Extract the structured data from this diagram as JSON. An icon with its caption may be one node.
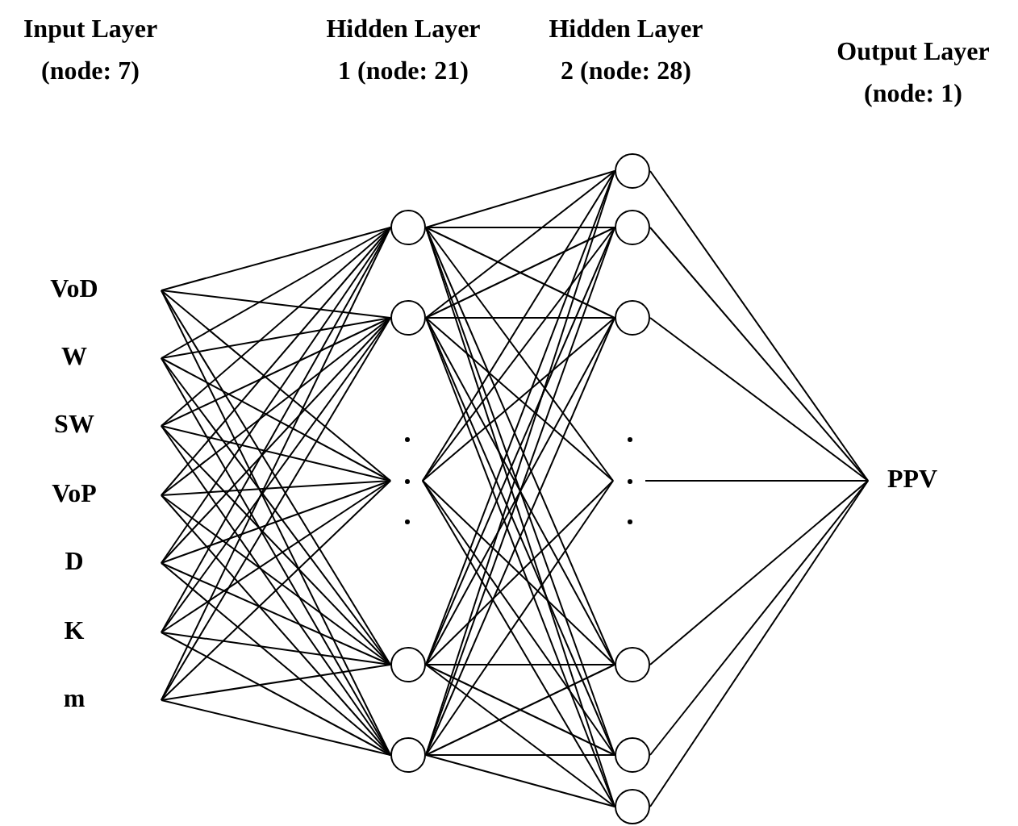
{
  "diagram": {
    "nodes": [
      {
        "text": [
          "VoD"
        ]
      },
      {
        "text": [
          "W"
        ]
      },
      {
        "text": [
          "SW"
        ]
      },
      {
        "text": [
          "VoP"
        ]
      },
      {
        "text": [
          "D"
        ]
      },
      {
        "text": [
          "K"
        ]
      },
      {
        "text": [
          "m"
        ]
      },
      {
        "text": [],
        "shape": "circle"
      },
      {
        "text": [],
        "shape": "circle"
      },
      {
        "text": [],
        "shape": "dots"
      },
      {
        "text": [],
        "shape": "circle"
      },
      {
        "text": [],
        "shape": "circle"
      },
      {
        "text": [],
        "shape": "circle"
      },
      {
        "text": [],
        "shape": "circle"
      },
      {
        "text": [],
        "shape": "circle"
      },
      {
        "text": [],
        "shape": "dots"
      },
      {
        "text": [],
        "shape": "circle"
      },
      {
        "text": [],
        "shape": "circle"
      },
      {
        "text": [],
        "shape": "circle"
      },
      {
        "text": [
          "PPV"
        ]
      }
    ],
    "edges": [
      {
        "from": 0,
        "to": 7,
        "arrow": "none"
      },
      {
        "from": 0,
        "to": 8,
        "arrow": "none"
      },
      {
        "from": 0,
        "to": 9,
        "arrow": "none"
      },
      {
        "from": 0,
        "to": 10,
        "arrow": "none"
      },
      {
        "from": 0,
        "to": 11,
        "arrow": "none"
      },
      {
        "from": 1,
        "to": 7,
        "arrow": "none"
      },
      {
        "from": 1,
        "to": 8,
        "arrow": "none"
      },
      {
        "from": 1,
        "to": 9,
        "arrow": "none"
      },
      {
        "from": 1,
        "to": 10,
        "arrow": "none"
      },
      {
        "from": 1,
        "to": 11,
        "arrow": "none"
      },
      {
        "from": 2,
        "to": 7,
        "arrow": "none"
      },
      {
        "from": 2,
        "to": 8,
        "arrow": "none"
      },
      {
        "from": 2,
        "to": 9,
        "arrow": "none"
      },
      {
        "from": 2,
        "to": 10,
        "arrow": "none"
      },
      {
        "from": 2,
        "to": 11,
        "arrow": "none"
      },
      {
        "from": 3,
        "to": 7,
        "arrow": "none"
      },
      {
        "from": 3,
        "to": 8,
        "arrow": "none"
      },
      {
        "from": 3,
        "to": 9,
        "arrow": "none"
      },
      {
        "from": 3,
        "to": 10,
        "arrow": "none"
      },
      {
        "from": 3,
        "to": 11,
        "arrow": "none"
      },
      {
        "from": 4,
        "to": 7,
        "arrow": "none"
      },
      {
        "from": 4,
        "to": 8,
        "arrow": "none"
      },
      {
        "from": 4,
        "to": 9,
        "arrow": "none"
      },
      {
        "from": 4,
        "to": 10,
        "arrow": "none"
      },
      {
        "from": 4,
        "to": 11,
        "arrow": "none"
      },
      {
        "from": 5,
        "to": 7,
        "arrow": "none"
      },
      {
        "from": 5,
        "to": 8,
        "arrow": "none"
      },
      {
        "from": 5,
        "to": 9,
        "arrow": "none"
      },
      {
        "from": 5,
        "to": 10,
        "arrow": "none"
      },
      {
        "from": 5,
        "to": 11,
        "arrow": "none"
      },
      {
        "from": 6,
        "to": 7,
        "arrow": "none"
      },
      {
        "from": 6,
        "to": 8,
        "arrow": "none"
      },
      {
        "from": 6,
        "to": 9,
        "arrow": "none"
      },
      {
        "from": 6,
        "to": 10,
        "arrow": "none"
      },
      {
        "from": 6,
        "to": 11,
        "arrow": "none"
      },
      {
        "from": 7,
        "to": 12,
        "arrow": "none"
      },
      {
        "from": 7,
        "to": 13,
        "arrow": "none"
      },
      {
        "from": 7,
        "to": 14,
        "arrow": "none"
      },
      {
        "from": 7,
        "to": 15,
        "arrow": "none"
      },
      {
        "from": 7,
        "to": 16,
        "arrow": "none"
      },
      {
        "from": 7,
        "to": 17,
        "arrow": "none"
      },
      {
        "from": 7,
        "to": 18,
        "arrow": "none"
      },
      {
        "from": 8,
        "to": 12,
        "arrow": "none"
      },
      {
        "from": 8,
        "to": 13,
        "arrow": "none"
      },
      {
        "from": 8,
        "to": 14,
        "arrow": "none"
      },
      {
        "from": 8,
        "to": 15,
        "arrow": "none"
      },
      {
        "from": 8,
        "to": 16,
        "arrow": "none"
      },
      {
        "from": 8,
        "to": 17,
        "arrow": "none"
      },
      {
        "from": 8,
        "to": 18,
        "arrow": "none"
      },
      {
        "from": 9,
        "to": 12,
        "arrow": "none"
      },
      {
        "from": 9,
        "to": 13,
        "arrow": "none"
      },
      {
        "from": 9,
        "to": 14,
        "arrow": "none"
      },
      {
        "from": 9,
        "to": 16,
        "arrow": "none"
      },
      {
        "from": 9,
        "to": 17,
        "arrow": "none"
      },
      {
        "from": 9,
        "to": 18,
        "arrow": "none"
      },
      {
        "from": 10,
        "to": 12,
        "arrow": "none"
      },
      {
        "from": 10,
        "to": 13,
        "arrow": "none"
      },
      {
        "from": 10,
        "to": 14,
        "arrow": "none"
      },
      {
        "from": 10,
        "to": 15,
        "arrow": "none"
      },
      {
        "from": 10,
        "to": 16,
        "arrow": "none"
      },
      {
        "from": 10,
        "to": 17,
        "arrow": "none"
      },
      {
        "from": 10,
        "to": 18,
        "arrow": "none"
      },
      {
        "from": 11,
        "to": 12,
        "arrow": "none"
      },
      {
        "from": 11,
        "to": 13,
        "arrow": "none"
      },
      {
        "from": 11,
        "to": 14,
        "arrow": "none"
      },
      {
        "from": 11,
        "to": 15,
        "arrow": "none"
      },
      {
        "from": 11,
        "to": 16,
        "arrow": "none"
      },
      {
        "from": 11,
        "to": 17,
        "arrow": "none"
      },
      {
        "from": 11,
        "to": 18,
        "arrow": "none"
      },
      {
        "from": 12,
        "to": 19,
        "arrow": "none"
      },
      {
        "from": 13,
        "to": 19,
        "arrow": "none"
      },
      {
        "from": 14,
        "to": 19,
        "arrow": "none"
      },
      {
        "from": 15,
        "to": 19,
        "arrow": "none"
      },
      {
        "from": 16,
        "to": 19,
        "arrow": "none"
      },
      {
        "from": 17,
        "to": 19,
        "arrow": "none"
      },
      {
        "from": 18,
        "to": 19,
        "arrow": "none"
      }
    ],
    "labels": [
      "Input Layer (node: 7)",
      "Hidden Layer 1 (node: 21)",
      "Hidden Layer 2 (node: 28)",
      "Output Layer (node: 1)"
    ]
  }
}
